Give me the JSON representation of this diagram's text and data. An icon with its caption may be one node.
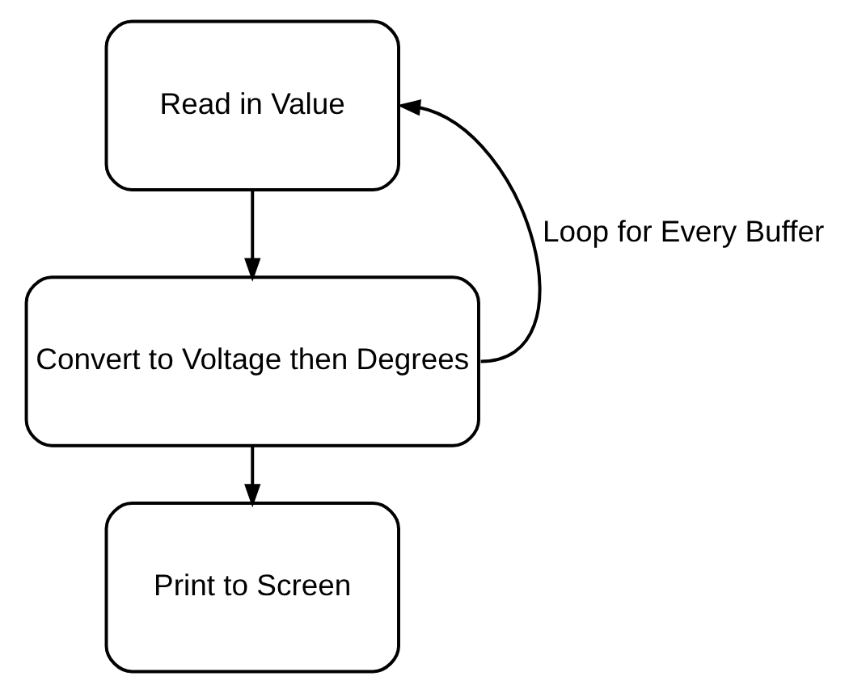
{
  "diagram": {
    "nodes": [
      {
        "text": [
          "Read in Value"
        ]
      },
      {
        "text": [
          "Convert to Voltage then Degrees"
        ]
      },
      {
        "text": [
          "Print to Screen"
        ]
      }
    ],
    "edges": [
      {
        "from": 0,
        "to": 1,
        "arrow": "to"
      },
      {
        "from": 1,
        "to": 2,
        "arrow": "to"
      },
      {
        "from": 1,
        "to": 0,
        "arrow": "to",
        "label": "Loop for Every Buffer"
      }
    ]
  }
}
